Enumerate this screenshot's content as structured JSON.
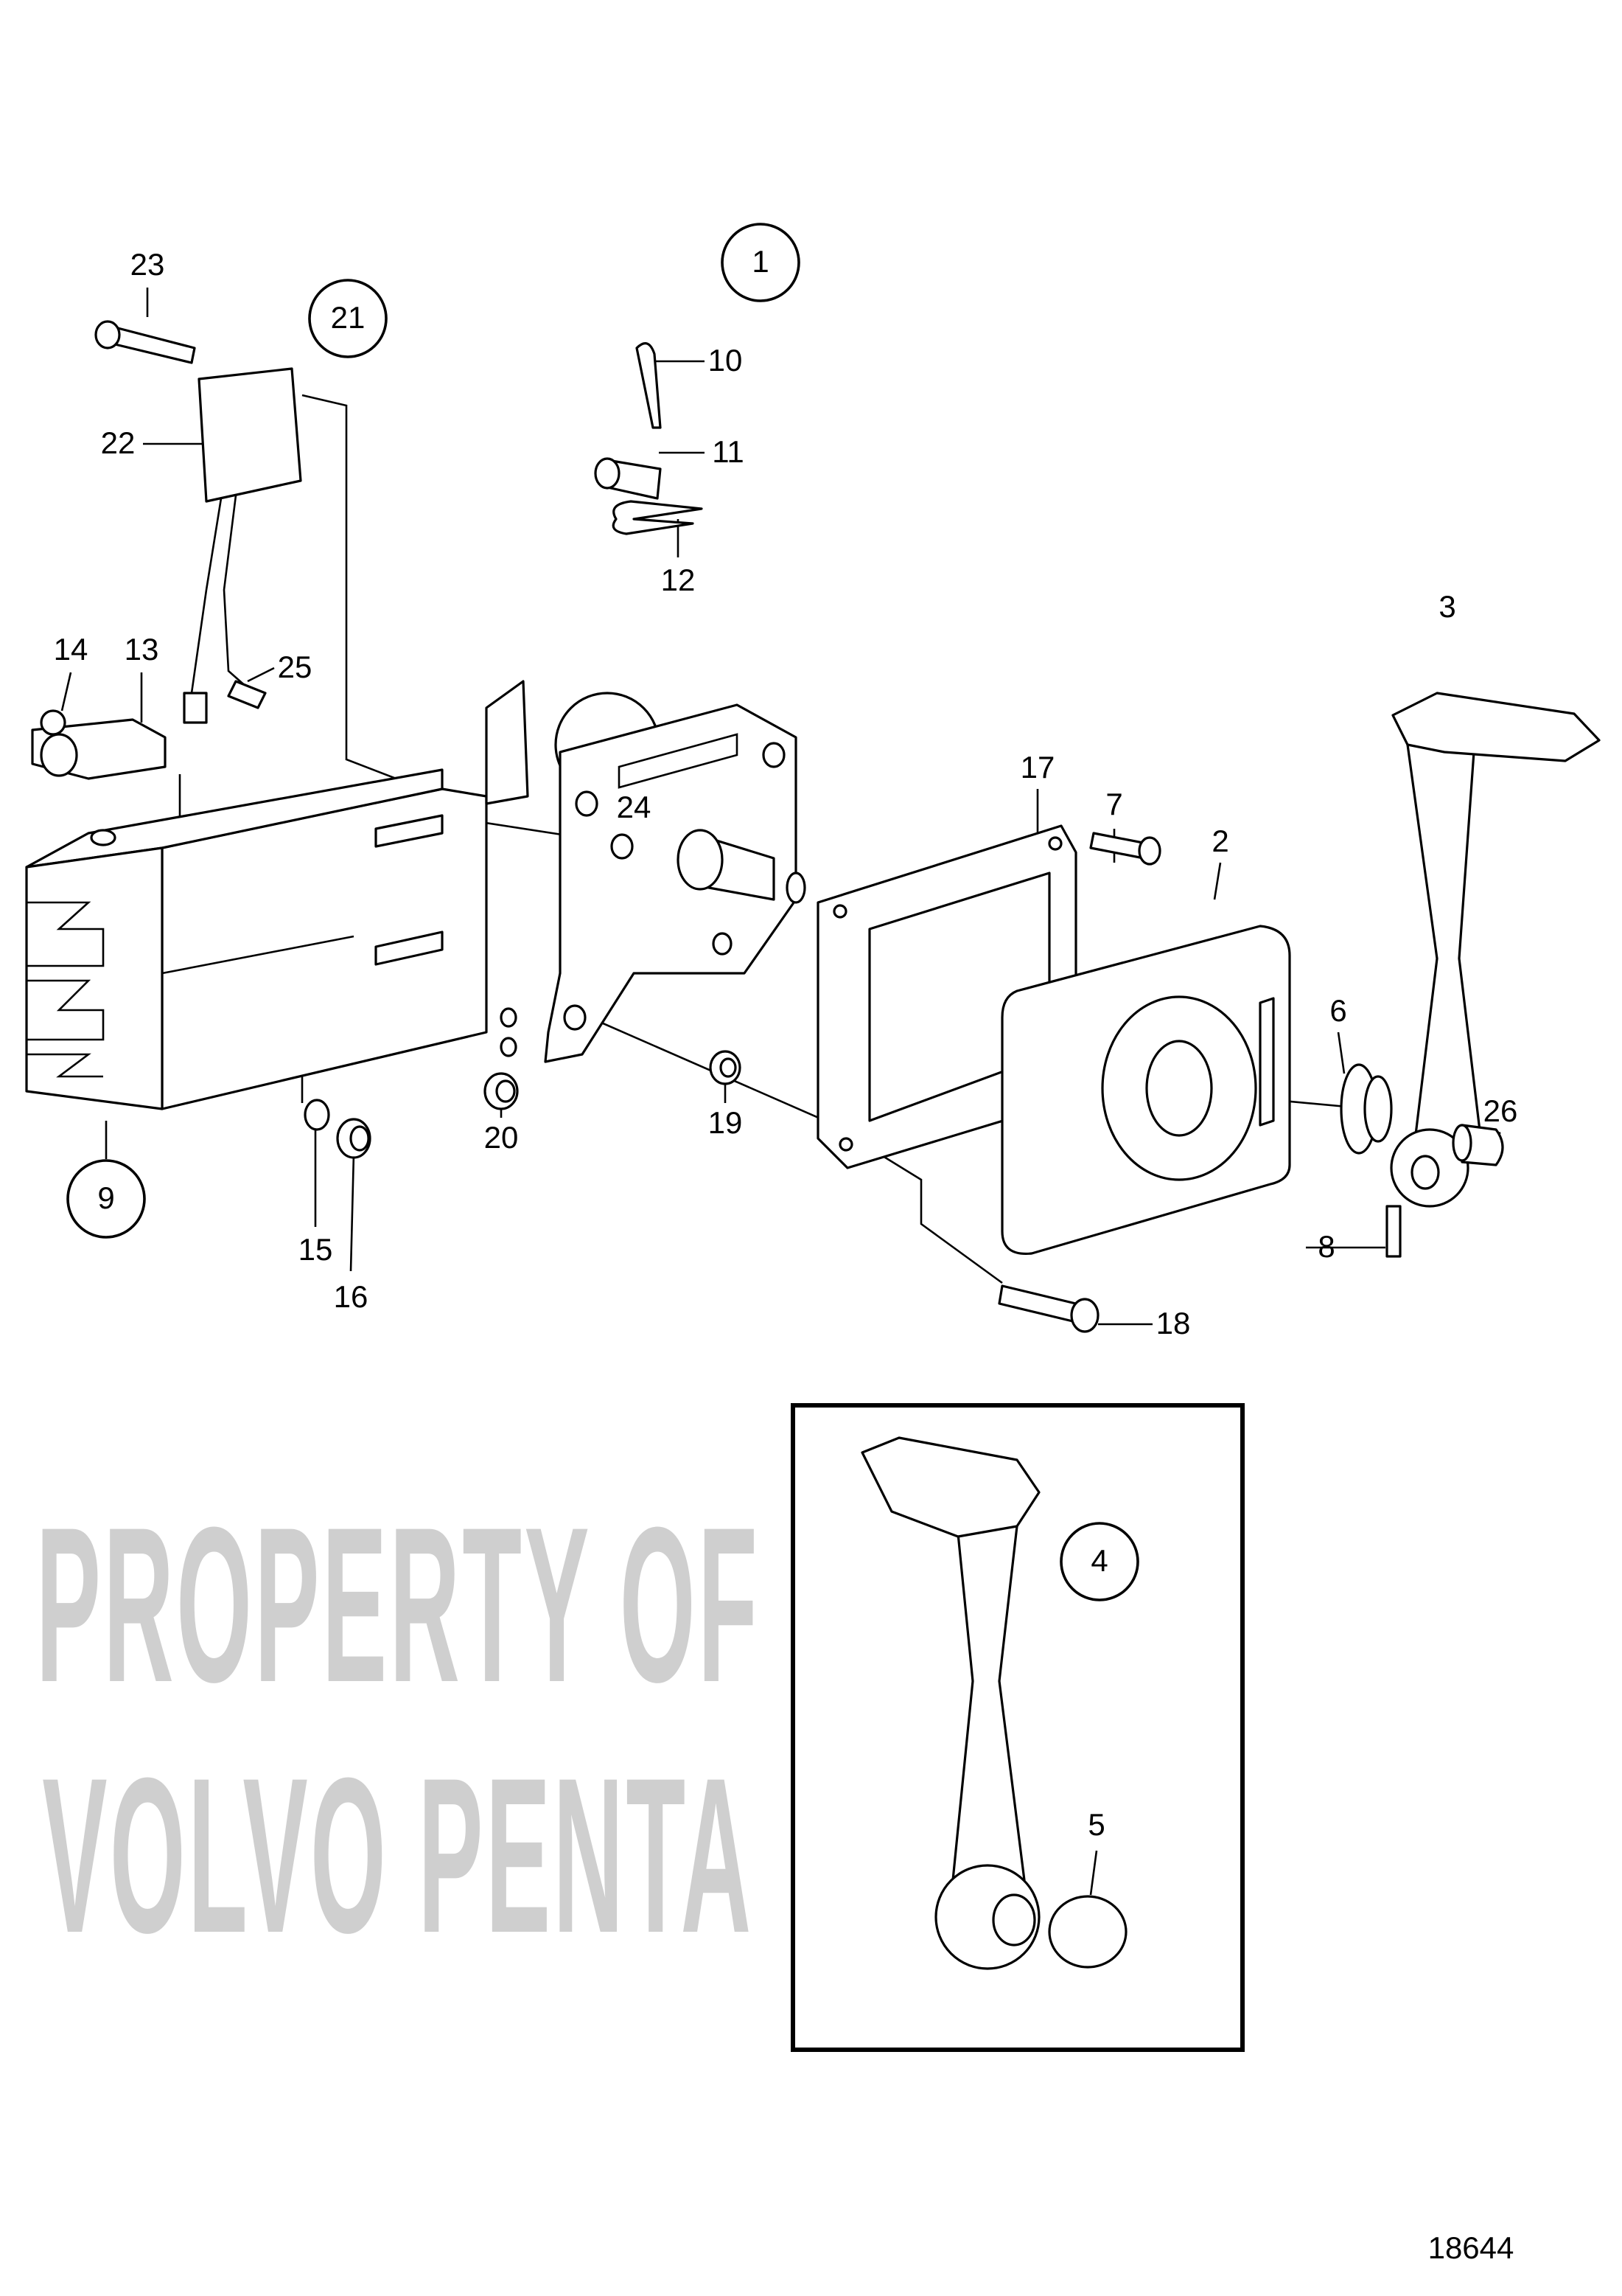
{
  "diagram": {
    "reference_number": "18644",
    "watermark": [
      "PROPERTY OF",
      "VOLVO PENTA"
    ],
    "assembly_callouts": {
      "a1": "1",
      "a21": "21",
      "a9": "9",
      "a4": "4"
    },
    "labels": {
      "p2": "2",
      "p3": "3",
      "p5": "5",
      "p6": "6",
      "p7": "7",
      "p8": "8",
      "p10": "10",
      "p11": "11",
      "p12": "12",
      "p13": "13",
      "p14": "14",
      "p15": "15",
      "p16": "16",
      "p17": "17",
      "p18": "18",
      "p19": "19",
      "p20": "20",
      "p22": "22",
      "p23": "23",
      "p24": "24",
      "p25": "25",
      "p26": "26"
    }
  }
}
